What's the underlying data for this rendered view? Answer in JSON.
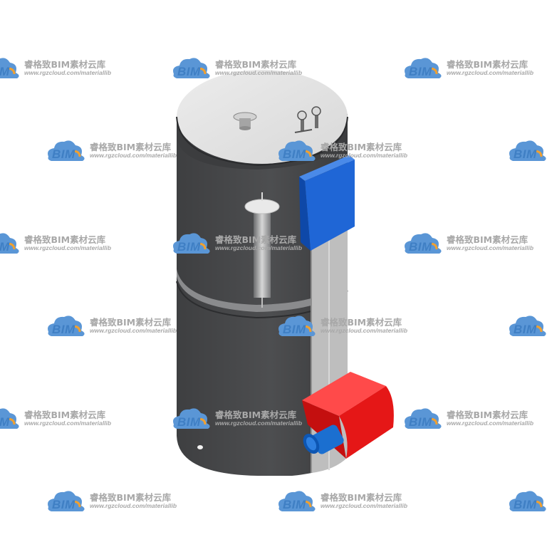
{
  "watermark": {
    "logo_text": "BIM",
    "brand_text": "睿格致BIM素材云库",
    "url_text": "www.rgzcloud.com/materiallib",
    "logo_icon": "cloud-logo-icon",
    "colors": {
      "logo_blue": "#3f7fc4",
      "logo_orange": "#f0a030",
      "text_gray": "#a8a8a8"
    }
  },
  "model": {
    "icon": "water-heater-tank-3d-model",
    "colors": {
      "body": "#4a4b4d",
      "lid": "#e6e6e6",
      "side_panel": "#bdbdbd",
      "control_box": "#1f66d6",
      "burner_box": "#ef1c1c",
      "outlet_pipe": "#1b6fd0"
    }
  }
}
